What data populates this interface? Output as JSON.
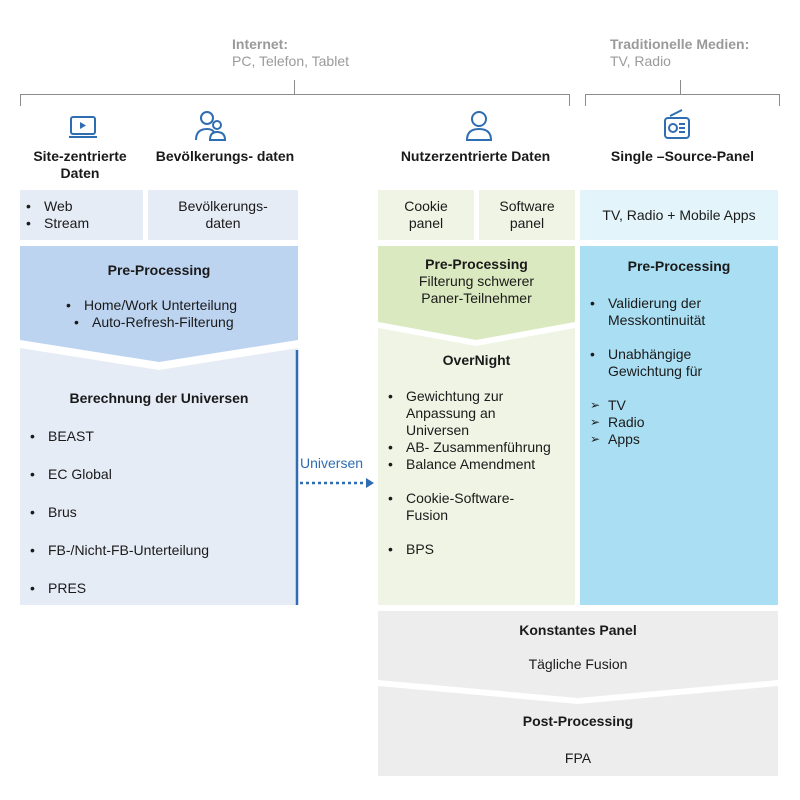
{
  "header": {
    "internet": {
      "title": "Internet:",
      "subtitle": "PC, Telefon, Tablet"
    },
    "traditional": {
      "title": "Traditionelle Medien:",
      "subtitle": "TV, Radio"
    }
  },
  "columns": {
    "site": {
      "title": "Site-zentrierte Daten",
      "icon": "video-player-icon",
      "box_items": [
        "Web",
        "Stream"
      ]
    },
    "population": {
      "title": "Bevölkerungs- daten",
      "icon": "people-group-icon",
      "box_text": "Bevölkerungs- daten"
    },
    "user": {
      "title": "Nutzerzentrierte Daten",
      "icon": "person-icon",
      "cookie_label": "Cookie panel",
      "software_label": "Software panel"
    },
    "single": {
      "title": "Single –Source-Panel",
      "icon": "radio-icon",
      "box_text": "TV, Radio + Mobile Apps"
    }
  },
  "left_stack": {
    "preprocessing_title": "Pre-Processing",
    "preprocessing_items": [
      "Home/Work Unterteilung",
      "Auto-Refresh-Filterung"
    ],
    "universe_title": "Berechnung der Universen",
    "universe_items": [
      "BEAST",
      "EC Global",
      "Brus",
      "FB-/Nicht-FB-Unterteilung",
      "PRES"
    ]
  },
  "arrow_label": "Universen",
  "middle_stack": {
    "preprocessing_title": "Pre-Processing",
    "preprocessing_text": "Filterung schwerer Paner-Teilnehmer",
    "overnight_title": "OverNight",
    "overnight_items": [
      "Gewichtung zur Anpassung an Universen",
      "AB- Zusammenführung",
      "Balance Amendment",
      "Cookie-Software- Fusion",
      "BPS"
    ]
  },
  "right_stack": {
    "preprocessing_title": "Pre-Processing",
    "items": [
      "Validierung der Messkontinuität",
      "Unabhängige Gewichtung für"
    ],
    "sub_items": [
      "TV",
      "Radio",
      "Apps"
    ]
  },
  "bottom": {
    "konstant_title": "Konstantes Panel",
    "konstant_text": "Tägliche Fusion",
    "post_title": "Post-Processing",
    "post_text": "FPA"
  },
  "colors": {
    "blue_light": "#e6ecf6",
    "blue_mid": "#bdd4f1",
    "green_light": "#eff4e4",
    "green_mid": "#dbe9c0",
    "cyan_light": "#e3f5fb",
    "cyan_mid": "#aadff3",
    "grey_box": "#ededed",
    "accent_blue": "#2f6db3"
  }
}
